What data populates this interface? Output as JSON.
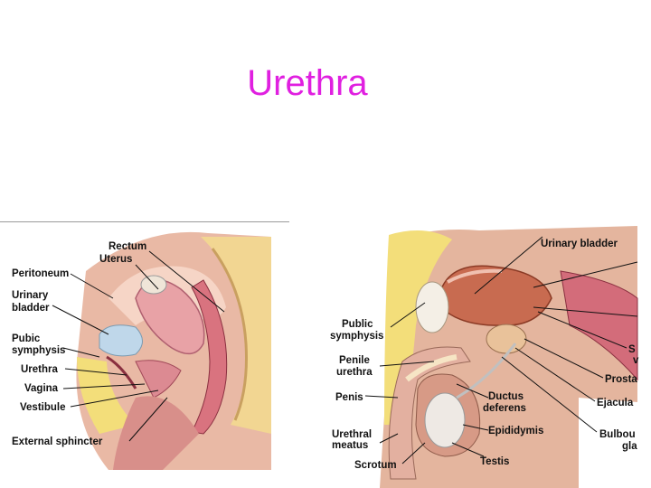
{
  "slide": {
    "title": "Urethra",
    "title_color": "#e020e0"
  },
  "female_figure": {
    "labels": {
      "rectum": "Rectum",
      "uterus": "Uterus",
      "peritoneum": "Peritoneum",
      "urinary_bladder_line1": "Urinary",
      "urinary_bladder_line2": "bladder",
      "pubic_symphysis_line1": "Pubic",
      "pubic_symphysis_line2": "symphysis",
      "urethra": "Urethra",
      "vagina": "Vagina",
      "vestibule": "Vestibule",
      "external_sphincter": "External sphincter"
    }
  },
  "male_figure": {
    "labels": {
      "urinary_bladder": "Urinary bladder",
      "public_symphysis_line1": "Public",
      "public_symphysis_line2": "symphysis",
      "penile_urethra_line1": "Penile",
      "penile_urethra_line2": "urethra",
      "penis": "Penis",
      "ductus_deferens_line1": "Ductus",
      "ductus_deferens_line2": "deferens",
      "epididymis": "Epididymis",
      "urethral_meatus_line1": "Urethral",
      "urethral_meatus_line2": "meatus",
      "scrotum": "Scrotum",
      "testis": "Testis",
      "seminal_vesicle_cut_1": "S",
      "seminal_vesicle_cut_2": "v",
      "prostate_cut": "Prosta",
      "ejaculatory_cut": "Ejacula",
      "bulbourethral_cut_1": "Bulbou",
      "bulbourethral_cut_2": "gla"
    }
  }
}
